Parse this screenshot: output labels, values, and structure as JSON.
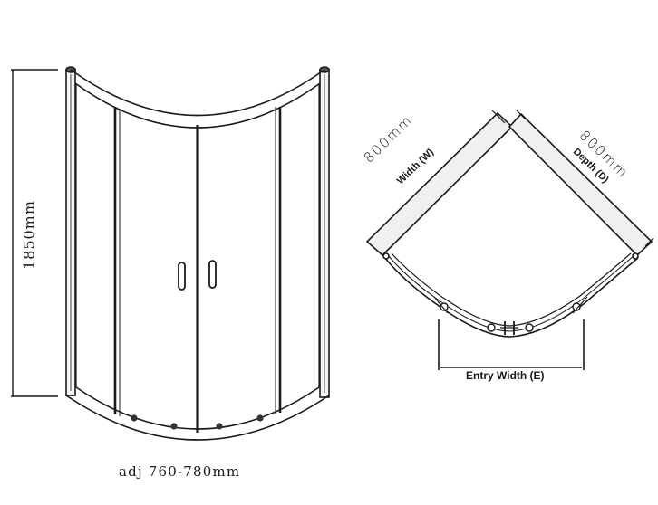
{
  "front_view": {
    "height_label": "1850mm",
    "width_label": "adj 760-780mm"
  },
  "plan_view": {
    "width_dimension": "800mm",
    "width_caption": "Width (W)",
    "depth_dimension": "800mm",
    "depth_caption": "Depth (D)",
    "entry_caption": "Entry Width (E)"
  },
  "colors": {
    "line": "#1a1a1a",
    "frame_fill": "#f2f2f2",
    "background": "#ffffff"
  }
}
